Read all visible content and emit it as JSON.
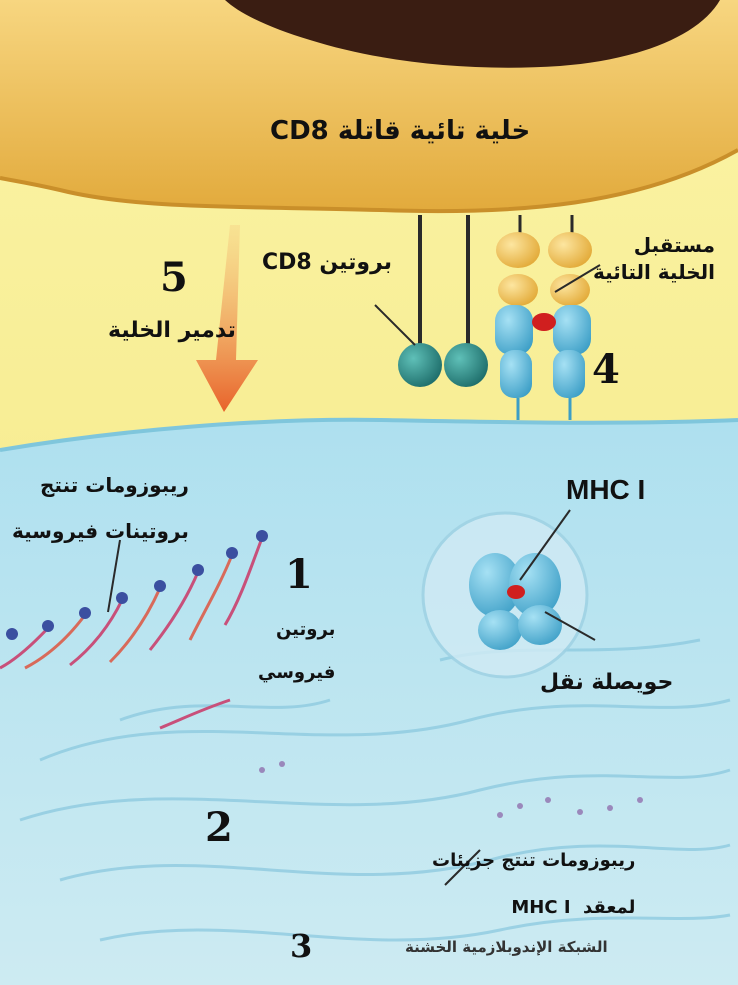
{
  "colors": {
    "killer_cell_body": "#e8b648",
    "killer_cell_edge": "#c98f2a",
    "nucleus": "#3a1d12",
    "extracellular": "#f6ee8c",
    "infected_cell": "#b9e3ee",
    "infected_cell_edge": "#7fc6dc",
    "cd8_protein": "#2f8f8c",
    "tcr_receptor": "#f0c55a",
    "mhc": "#5fb8d8",
    "peptide": "#d01f1f",
    "arrow": "#e86a2a",
    "text": "#111111"
  },
  "labels": {
    "killer_cell": "خلية تائية قاتلة CD8",
    "cd8_protein": "بروتين CD8",
    "receptor": "مستقبل\nالخلية التائية",
    "cell_destruction": "تدمير الخلية",
    "ribosomes_viral": "ريبوزومات تنتج\nبروتينات فيروسية",
    "viral_protein": "بروتين\nفيروسي",
    "mhc_top": "MHC I",
    "transport_vesicle": "حويصلة نقل",
    "ribosomes_mhc": "ريبوزومات تنتج جزيئات\nلمعقد  MHC I",
    "er": "الشبكة الإندوبلازمية الخشنة"
  },
  "steps": {
    "s1": "1",
    "s2": "2",
    "s3": "3",
    "s4": "4",
    "s5": "5"
  }
}
